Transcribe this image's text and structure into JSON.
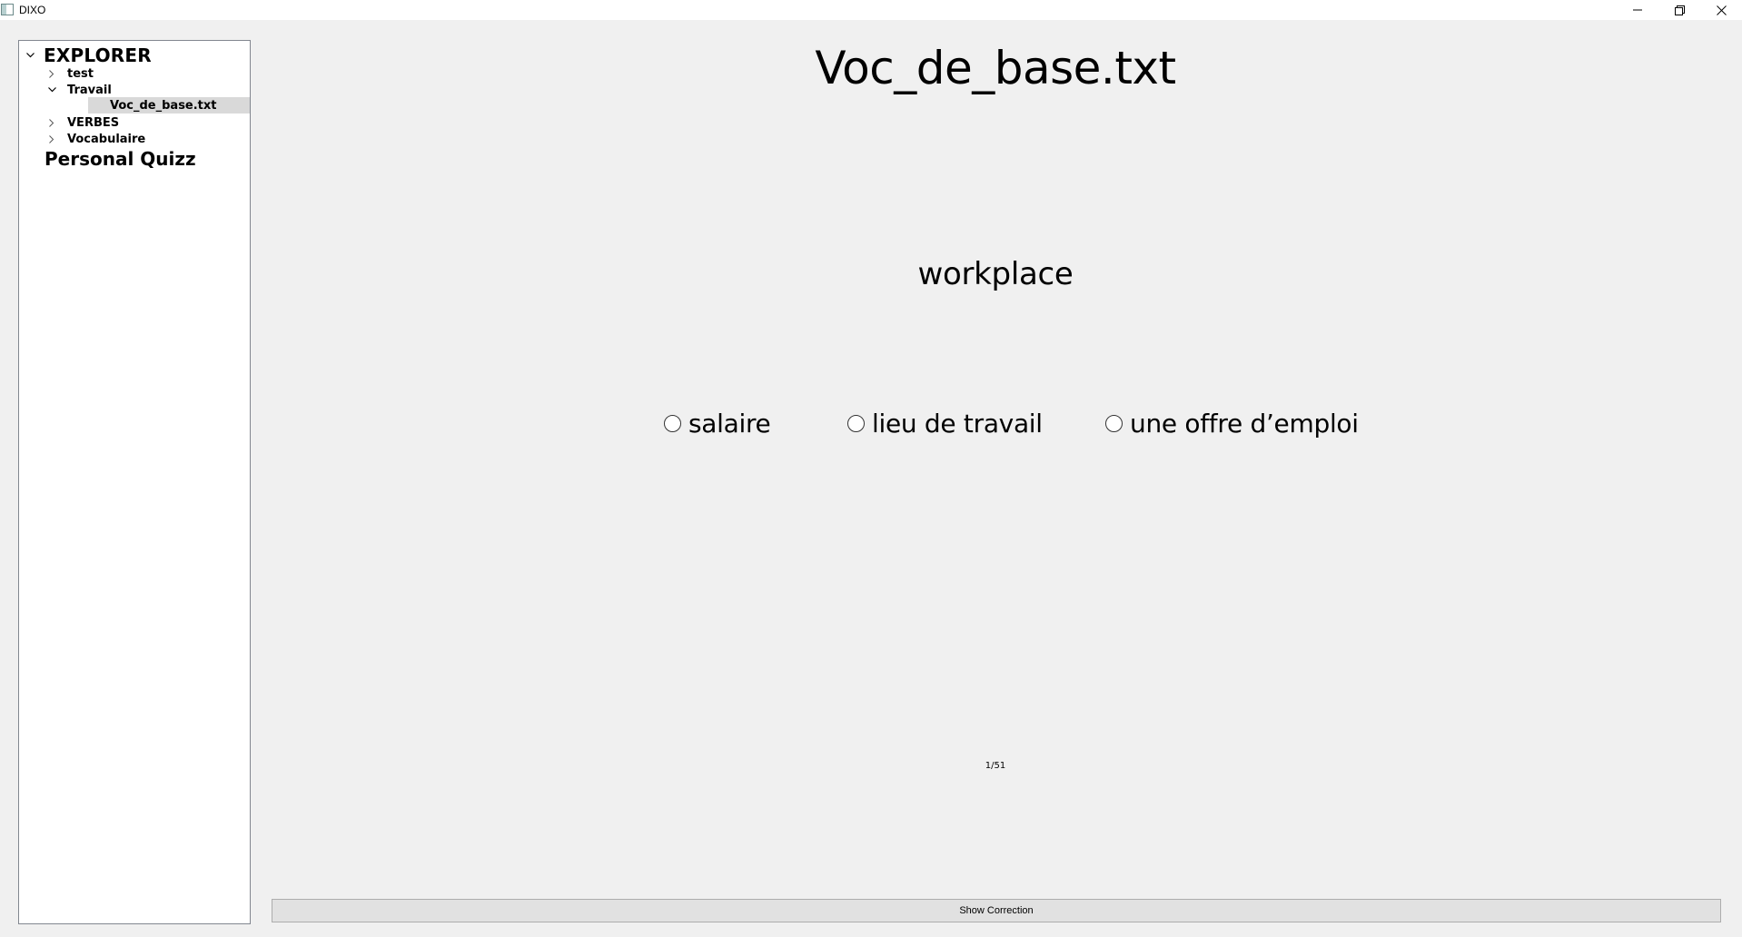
{
  "window": {
    "title": "DIXO",
    "icons": [
      "app-icon",
      "minimize-icon",
      "restore-icon",
      "close-icon"
    ]
  },
  "explorer": {
    "root_label": "EXPLORER",
    "items": [
      {
        "label": "test",
        "expanded": false
      },
      {
        "label": "Travail",
        "expanded": true,
        "children": [
          {
            "label": "Voc_de_base.txt",
            "selected": true
          }
        ]
      },
      {
        "label": "VERBES",
        "expanded": false
      },
      {
        "label": "Vocabulaire",
        "expanded": false
      }
    ],
    "quiz_label": "Personal Quizz"
  },
  "quiz": {
    "file_title": "Voc_de_base.txt",
    "word": "workplace",
    "options": [
      "salaire",
      "lieu de travail",
      "une offre d’emploi"
    ],
    "counter": "1/51",
    "show_correction_label": "Show Correction"
  }
}
